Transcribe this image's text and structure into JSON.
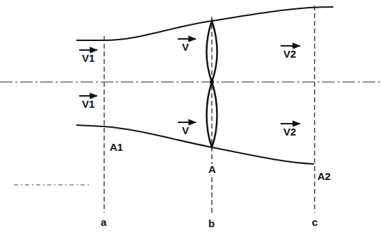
{
  "diagram": {
    "labels": [
      "V1",
      "V1",
      "V",
      "V",
      "V2",
      "V2",
      "A1",
      "A",
      "A2",
      "a",
      "b",
      "c"
    ]
  }
}
